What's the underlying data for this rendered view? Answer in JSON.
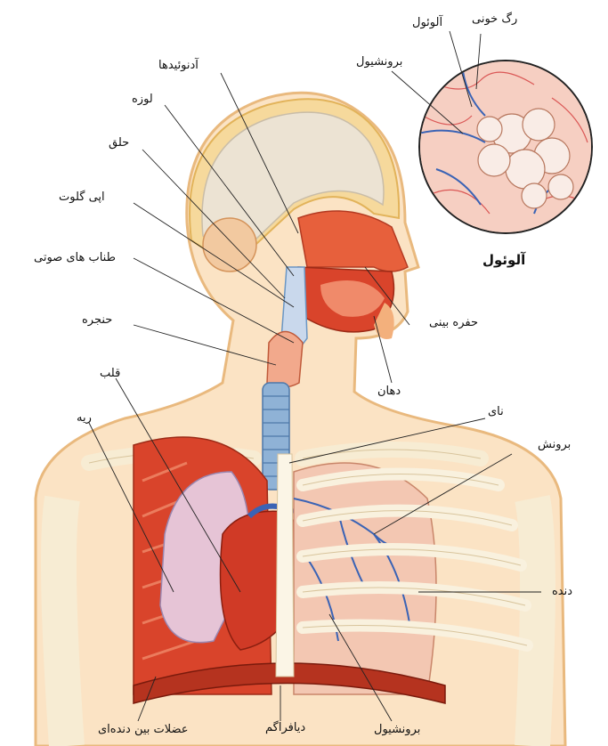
{
  "labels": {
    "alveolus_inset_title": "آلوئول",
    "blood_vessel": "رگ خونی",
    "alveolus_top": "آلوئول",
    "bronchiole_top": "برونشیول",
    "adenoids": "آدنوئیدها",
    "tonsil": "لوزه",
    "pharynx": "حلق",
    "epiglottis": "اپی گلوت",
    "vocal_cords": "طناب های صوتی",
    "larynx": "حنجره",
    "nasal_cavity": "حفره بینی",
    "mouth": "دهان",
    "heart": "قلب",
    "lung": "ریه",
    "trachea": "نای",
    "bronchus": "برونش",
    "rib": "دنده",
    "intercostal_muscles": "عضلات بین دنده‌ای",
    "diaphragm": "دیافراگم",
    "bronchiole_bottom": "برونشیول"
  },
  "colors": {
    "skin": "#fbe3c4",
    "skin_outline": "#e9b97e",
    "bone": "#fdf6e3",
    "muscle": "#d9442b",
    "lung": "#f3c7b2",
    "airway": "#6a96c4",
    "vein": "#3a63b5",
    "brain": "#ece3d3"
  }
}
